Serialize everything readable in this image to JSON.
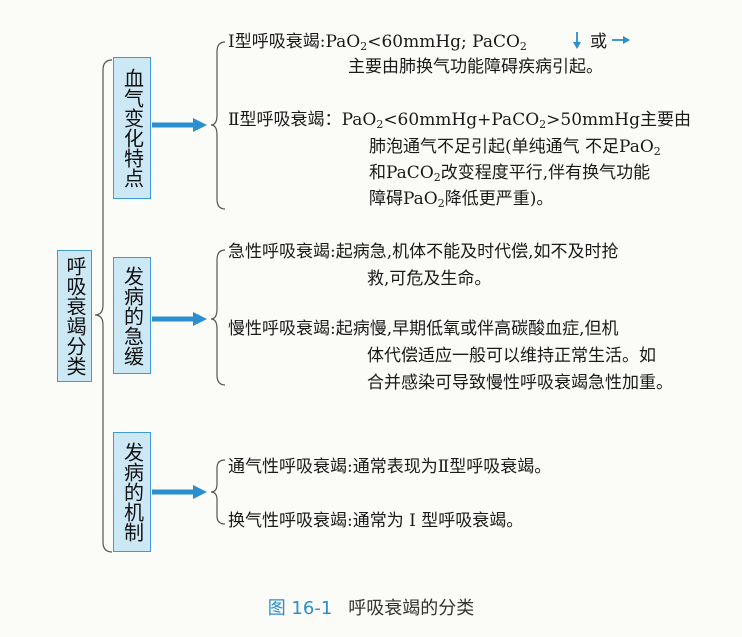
{
  "root": {
    "label": "呼吸衰竭分类"
  },
  "categories": [
    {
      "label": "血气变化特点",
      "items": [
        {
          "heading": "Ⅰ型呼吸衰竭:",
          "lines": [
            [
              "PaO",
              "2",
              "<60mmHg; PaCO",
              "2",
              ""
            ],
            [
              "主要由肺换气功能障碍疾病引起。"
            ]
          ],
          "arrow_down": "↓",
          "or_text": "或",
          "arrow_right": "→"
        },
        {
          "heading": "Ⅱ型呼吸衰竭：",
          "lines": [
            [
              "PaO",
              "2",
              "<60mmHg+PaCO",
              "2",
              ">50mmHg主要由"
            ],
            [
              "肺泡通气不足引起(单纯通气 不足PaO",
              "2",
              ""
            ],
            [
              "和PaCO",
              "2",
              "改变程度平行,伴有换气功能"
            ],
            [
              "障碍PaO",
              "2",
              "降低更严重)。"
            ]
          ]
        }
      ]
    },
    {
      "label": "发病的急缓",
      "items": [
        {
          "heading": "急性呼吸衰竭:",
          "lines": [
            [
              "起病急,机体不能及时代偿,如不及时抢"
            ],
            [
              "救,可危及生命。"
            ]
          ]
        },
        {
          "heading": "慢性呼吸衰竭:",
          "lines": [
            [
              "起病慢,早期低氧或伴高碳酸血症,但机"
            ],
            [
              "体代偿适应一般可以维持正常生活。如"
            ],
            [
              "合并感染可导致慢性呼吸衰竭急性加重。"
            ]
          ]
        }
      ]
    },
    {
      "label": "发病的机制",
      "items": [
        {
          "heading": "通气性呼吸衰竭:",
          "lines": [
            [
              "通常表现为Ⅱ型呼吸衰竭。"
            ]
          ]
        },
        {
          "heading": "换气性呼吸衰竭:",
          "lines": [
            [
              "通常为 Ⅰ 型呼吸衰竭。"
            ]
          ]
        }
      ]
    }
  ],
  "caption": {
    "number": "图 16-1",
    "title": "呼吸衰竭的分类"
  },
  "colors": {
    "box_fill": "#cde8f5",
    "box_border": "#3f9bd0",
    "arrow": "#2a8ecf",
    "caption_number": "#2a8ecf"
  }
}
